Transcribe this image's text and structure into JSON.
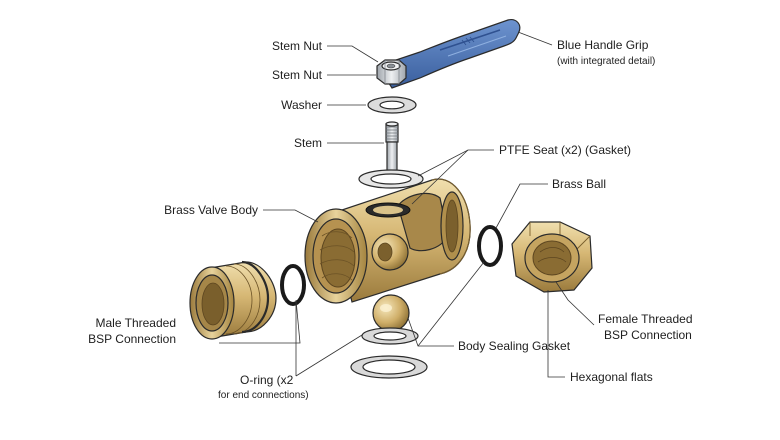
{
  "labels": {
    "stem_nut_upper": "Stem Nut",
    "stem_nut_lower": "Stem Nut",
    "washer": "Washer",
    "stem": "Stem",
    "brass_valve_body": "Brass Valve Body",
    "male_threaded_line1": "Male Threaded",
    "male_threaded_line2": "BSP Connection",
    "o_ring_line1": "O-ring (x2",
    "o_ring_line2": "for end connections)",
    "blue_handle_grip": "Blue Handle Grip",
    "blue_handle_grip_sub": "(with integrated detail)",
    "ptfe_seat": "PTFE Seat (x2) (Gasket)",
    "brass_ball": "Brass Ball",
    "female_threaded_line1": "Female Threaded",
    "female_threaded_line2": "BSP Connection",
    "body_sealing_gasket": "Body Sealing Gasket",
    "hexagonal_flats": "Hexagonal flats"
  },
  "colors": {
    "brass_light": "#e6d19a",
    "brass_mid": "#c8a964",
    "brass_dark": "#8f7236",
    "handle_blue": "#4f77b6",
    "handle_dark": "#2f5190",
    "steel": "#c9cdd2",
    "gasket_black": "#2a2a2a",
    "washer_grey": "#d9d9d9"
  }
}
